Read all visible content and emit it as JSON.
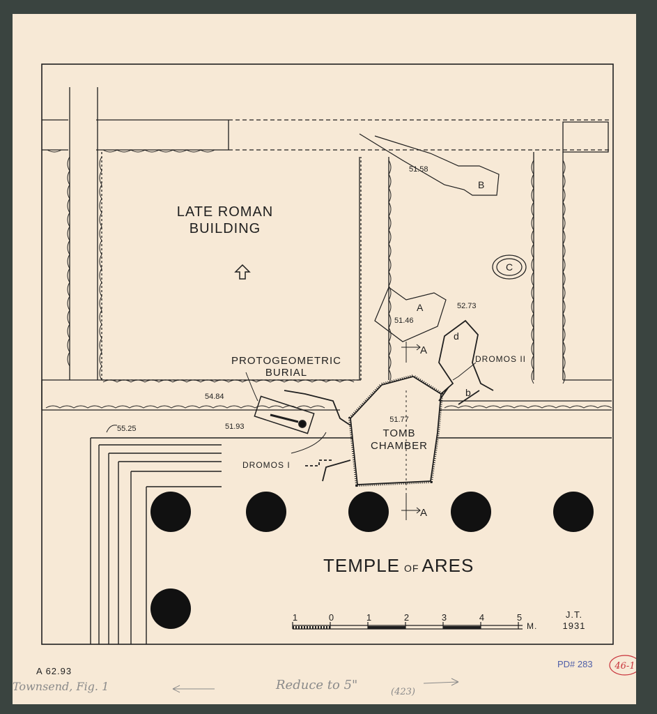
{
  "labels": {
    "building": [
      "LATE ROMAN",
      "BUILDING"
    ],
    "burial": [
      "PROTOGEOMETRIC",
      "BURIAL"
    ],
    "tomb": [
      "TOMB",
      "CHAMBER"
    ],
    "temple": {
      "main": "TEMPLE",
      "of": "OF",
      "ares": "ARES"
    },
    "dromos1": "DROMOS I",
    "dromos2": "DROMOS II",
    "pitA": "A",
    "pitB": "B",
    "pitC": "C",
    "small_d": "d",
    "small_b": "b",
    "section_a1": "A",
    "section_a2": "A"
  },
  "elevations": {
    "e5158": "51.58",
    "e5146": "51.46",
    "e5273": "52.73",
    "e5484": "54.84",
    "e5193": "51.93",
    "e5177": "51.77",
    "e5525": "55.25"
  },
  "scale": {
    "ticks": [
      "1",
      "0",
      "1",
      "2",
      "3",
      "4",
      "5"
    ],
    "unit": "M."
  },
  "signature": [
    "J.T.",
    "1931"
  ],
  "catalog": "A 62.93",
  "pd_number": "PD# 283",
  "circled_number": "46-1",
  "pencil_note": {
    "left": "Townsend, Fig. 1",
    "middle": "Reduce to 5\"",
    "fraction": "(423)"
  },
  "colors": {
    "paper": "#f7e9d6",
    "ink": "#1f1f1f",
    "pd_blue": "#4e5ea8",
    "red": "#c8323a",
    "pencil": "#8a8a8a"
  }
}
